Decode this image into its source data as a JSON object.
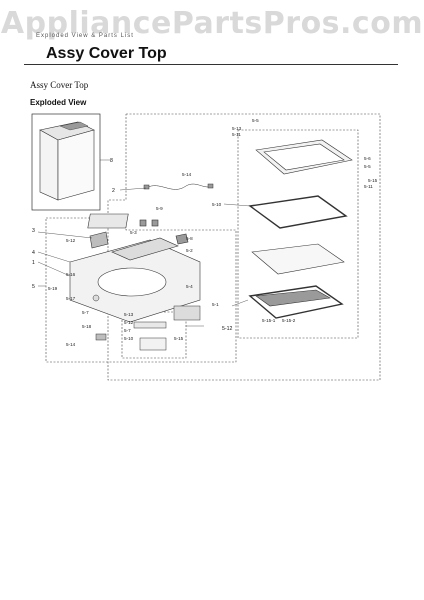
{
  "watermark": "AppliancePartsPros.com",
  "header": {
    "small_text": "Exploded View & Parts List",
    "title": "Assy Cover Top"
  },
  "subtitle": "Assy Cover Top",
  "section_label": "Exploded View",
  "callouts": {
    "c1": "1",
    "c2": "2",
    "c3": "3",
    "c4": "4",
    "c5": "5",
    "c8": "8",
    "c5_5": "5-5",
    "c5_6": "5-6",
    "c5_1": "5-1",
    "c5_2": "5-2",
    "c5_3": "5-3",
    "c5_4": "5-4",
    "c5_7": "5-7",
    "c5_8": "5-8",
    "c5_9": "5-9",
    "c5_10": "5-10",
    "c5_11": "5-11",
    "c5_12": "5-12",
    "c5_13": "5-13",
    "c5_14": "5-14",
    "c5_15": "5-15",
    "c5_16": "5-16",
    "c5_17": "5-17",
    "c5_18": "5-18",
    "c5_19": "5-19",
    "c5_11b": "5-11",
    "c5_15b": "5-15",
    "c5_12b": "5-12",
    "c5_13b": "5-13",
    "c5_7b": "5-7",
    "c5_10b": "5-10",
    "c5_14b": "5-14",
    "c5_15_1": "5-15-1",
    "c5_15_2": "5-15-2"
  },
  "colors": {
    "line": "#333333",
    "dash": "#444444",
    "fill": "#f2f2f2",
    "dark": "#9a9a9a"
  }
}
